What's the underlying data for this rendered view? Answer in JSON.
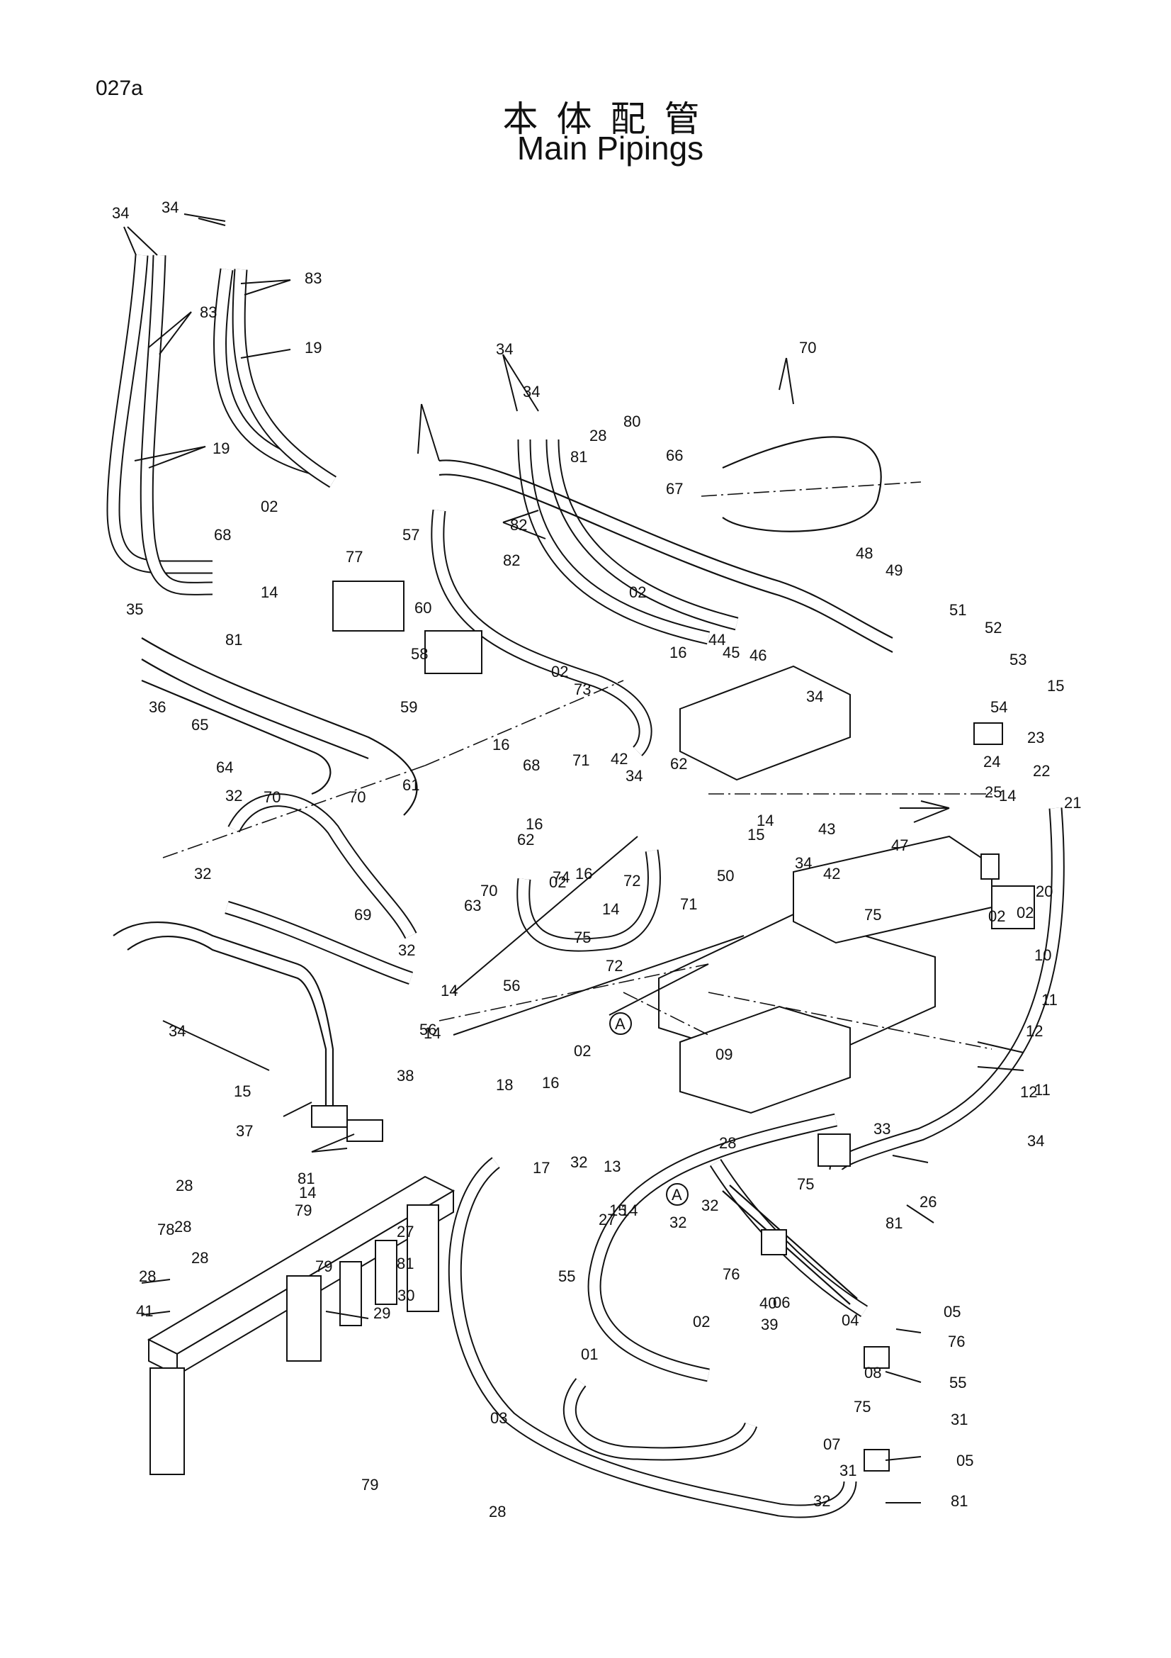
{
  "page_number": "027a",
  "title_jp": "本体配管",
  "title_en": "Main Pipings",
  "callouts": [
    "34",
    "34",
    "83",
    "83",
    "19",
    "19",
    "34",
    "34",
    "70",
    "80",
    "28",
    "81",
    "66",
    "67",
    "82",
    "82",
    "02",
    "68",
    "77",
    "57",
    "35",
    "14",
    "60",
    "81",
    "58",
    "36",
    "65",
    "64",
    "59",
    "70",
    "70",
    "61",
    "16",
    "02",
    "73",
    "16",
    "68",
    "02",
    "44",
    "45",
    "46",
    "34",
    "48",
    "49",
    "51",
    "52",
    "53",
    "15",
    "54",
    "23",
    "24",
    "25",
    "22",
    "21",
    "14",
    "20",
    "02",
    "10",
    "11",
    "12",
    "11",
    "12",
    "02",
    "16",
    "62",
    "74",
    "71",
    "42",
    "34",
    "62",
    "02",
    "16",
    "72",
    "14",
    "15",
    "43",
    "47",
    "75",
    "50",
    "42",
    "34",
    "70",
    "14",
    "71",
    "75",
    "72",
    "32",
    "32",
    "69",
    "63",
    "32",
    "56",
    "56",
    "14",
    "14",
    "34",
    "15",
    "37",
    "38",
    "14",
    "A",
    "18",
    "16",
    "02",
    "09",
    "17",
    "32",
    "13",
    "14",
    "A",
    "15",
    "32",
    "27",
    "28",
    "75",
    "32",
    "33",
    "34",
    "26",
    "81",
    "28",
    "81",
    "28",
    "79",
    "78",
    "79",
    "27",
    "28",
    "81",
    "28",
    "41",
    "29",
    "30",
    "55",
    "76",
    "40",
    "39",
    "02",
    "06",
    "04",
    "05",
    "76",
    "55",
    "08",
    "75",
    "31",
    "01",
    "03",
    "07",
    "32",
    "05",
    "31",
    "81",
    "28",
    "79"
  ]
}
